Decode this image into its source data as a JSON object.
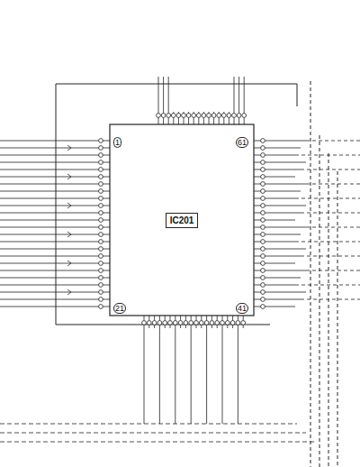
{
  "diagram": {
    "nodes": [
      {
        "text": [
          "IC201"
        ]
      }
    ],
    "labels": [
      "1",
      "21",
      "41",
      "61"
    ]
  }
}
